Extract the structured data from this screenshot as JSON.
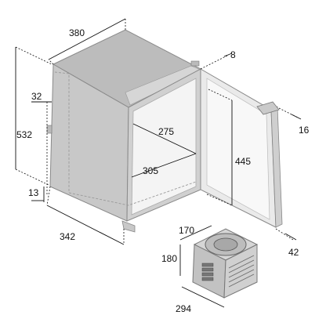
{
  "diagram": {
    "dimensions": {
      "width_top": "380",
      "door_gap": "8",
      "hinge_offset": "32",
      "height_total": "532",
      "inner_width": "275",
      "inner_height": "445",
      "inner_depth": "305",
      "foot_height": "13",
      "depth_bottom": "342",
      "door_thickness": "16",
      "door_margin": "42",
      "compressor_width": "170",
      "compressor_height": "180",
      "compressor_depth": "294"
    },
    "colors": {
      "cabinet_body": "#d3d3d3",
      "cabinet_top": "#bcbcbc",
      "cabinet_side": "#c5c5c5",
      "door_frame": "#c9c9c9",
      "compressor_body": "#c8c8c8",
      "dimension_line": "#111111"
    }
  }
}
